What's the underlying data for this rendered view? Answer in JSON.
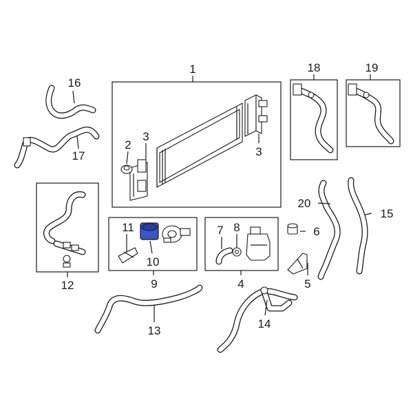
{
  "callouts": {
    "c1": "1",
    "c2": "2",
    "c3a": "3",
    "c3b": "3",
    "c4": "4",
    "c5": "5",
    "c6": "6",
    "c7": "7",
    "c8": "8",
    "c9": "9",
    "c10": "10",
    "c11": "11",
    "c12": "12",
    "c13": "13",
    "c14": "14",
    "c15": "15",
    "c16": "16",
    "c17": "17",
    "c18": "18",
    "c19": "19",
    "c20": "20"
  },
  "colors": {
    "highlight": "#3a56c8",
    "ink": "#1a1a1a",
    "background": "#ffffff"
  }
}
